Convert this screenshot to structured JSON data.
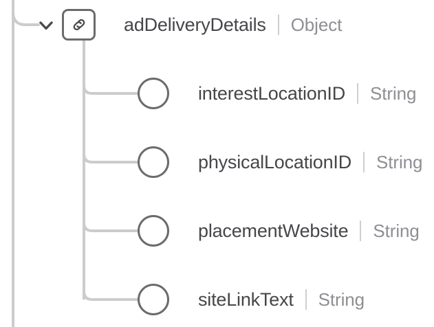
{
  "tree": {
    "parent": {
      "icon": "link-chain-icon",
      "expand_icon": "chevron-down-icon",
      "name": "adDeliveryDetails",
      "type": "Object"
    },
    "children": [
      {
        "icon": "circle-node-icon",
        "name": "interestLocationID",
        "type": "String"
      },
      {
        "icon": "circle-node-icon",
        "name": "physicalLocationID",
        "type": "String"
      },
      {
        "icon": "circle-node-icon",
        "name": "placementWebsite",
        "type": "String"
      },
      {
        "icon": "circle-node-icon",
        "name": "siteLinkText",
        "type": "String"
      }
    ]
  },
  "colors": {
    "node_name": "#46464a",
    "node_type": "#8e8e93",
    "node_stroke": "#6b6b6b",
    "connector": "#cccccc",
    "separator": "#cfcfd2",
    "background": "#ffffff"
  }
}
